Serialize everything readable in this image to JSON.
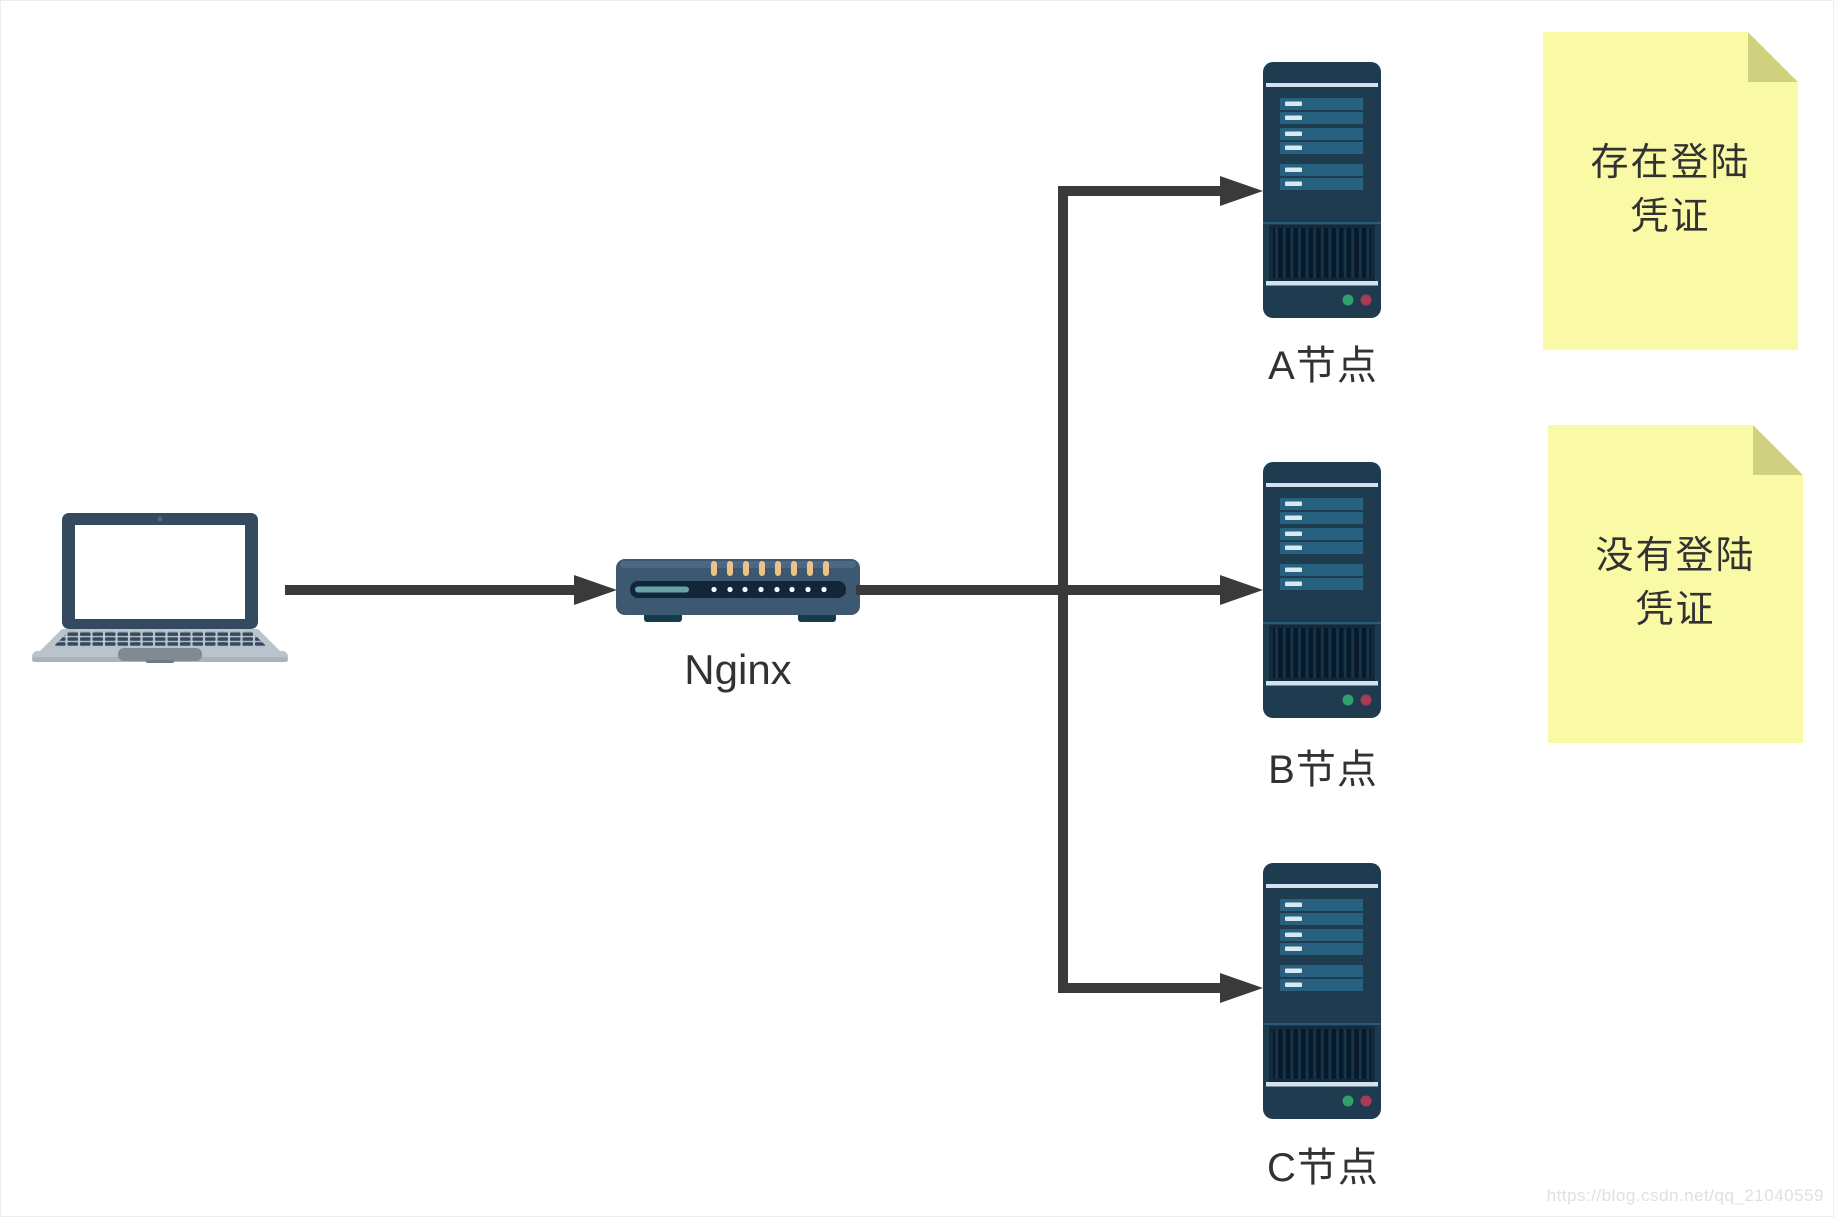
{
  "router": {
    "label": "Nginx"
  },
  "nodes": [
    {
      "label": "A节点"
    },
    {
      "label": "B节点"
    },
    {
      "label": "C节点"
    }
  ],
  "notes": [
    {
      "line1": "存在登陆",
      "line2": "凭证"
    },
    {
      "line1": "没有登陆",
      "line2": "凭证"
    }
  ],
  "watermark": "https://blog.csdn.net/qq_21040559",
  "colors": {
    "arrow": "#3a3a3a",
    "label_text": "#323232",
    "server_body": "#1f3b50",
    "server_slot": "#28617f",
    "led_green": "#31a06b",
    "led_red": "#aa3a58",
    "router_body": "#3d5871",
    "router_panel": "#112639",
    "cable_orange": "#eec287",
    "teal_bar": "#68a2aa",
    "laptop_bezel": "#344a5e",
    "laptop_base": "#b9c4cc",
    "note_yellow": "#fafaa6",
    "note_fold": "#cfd180"
  }
}
